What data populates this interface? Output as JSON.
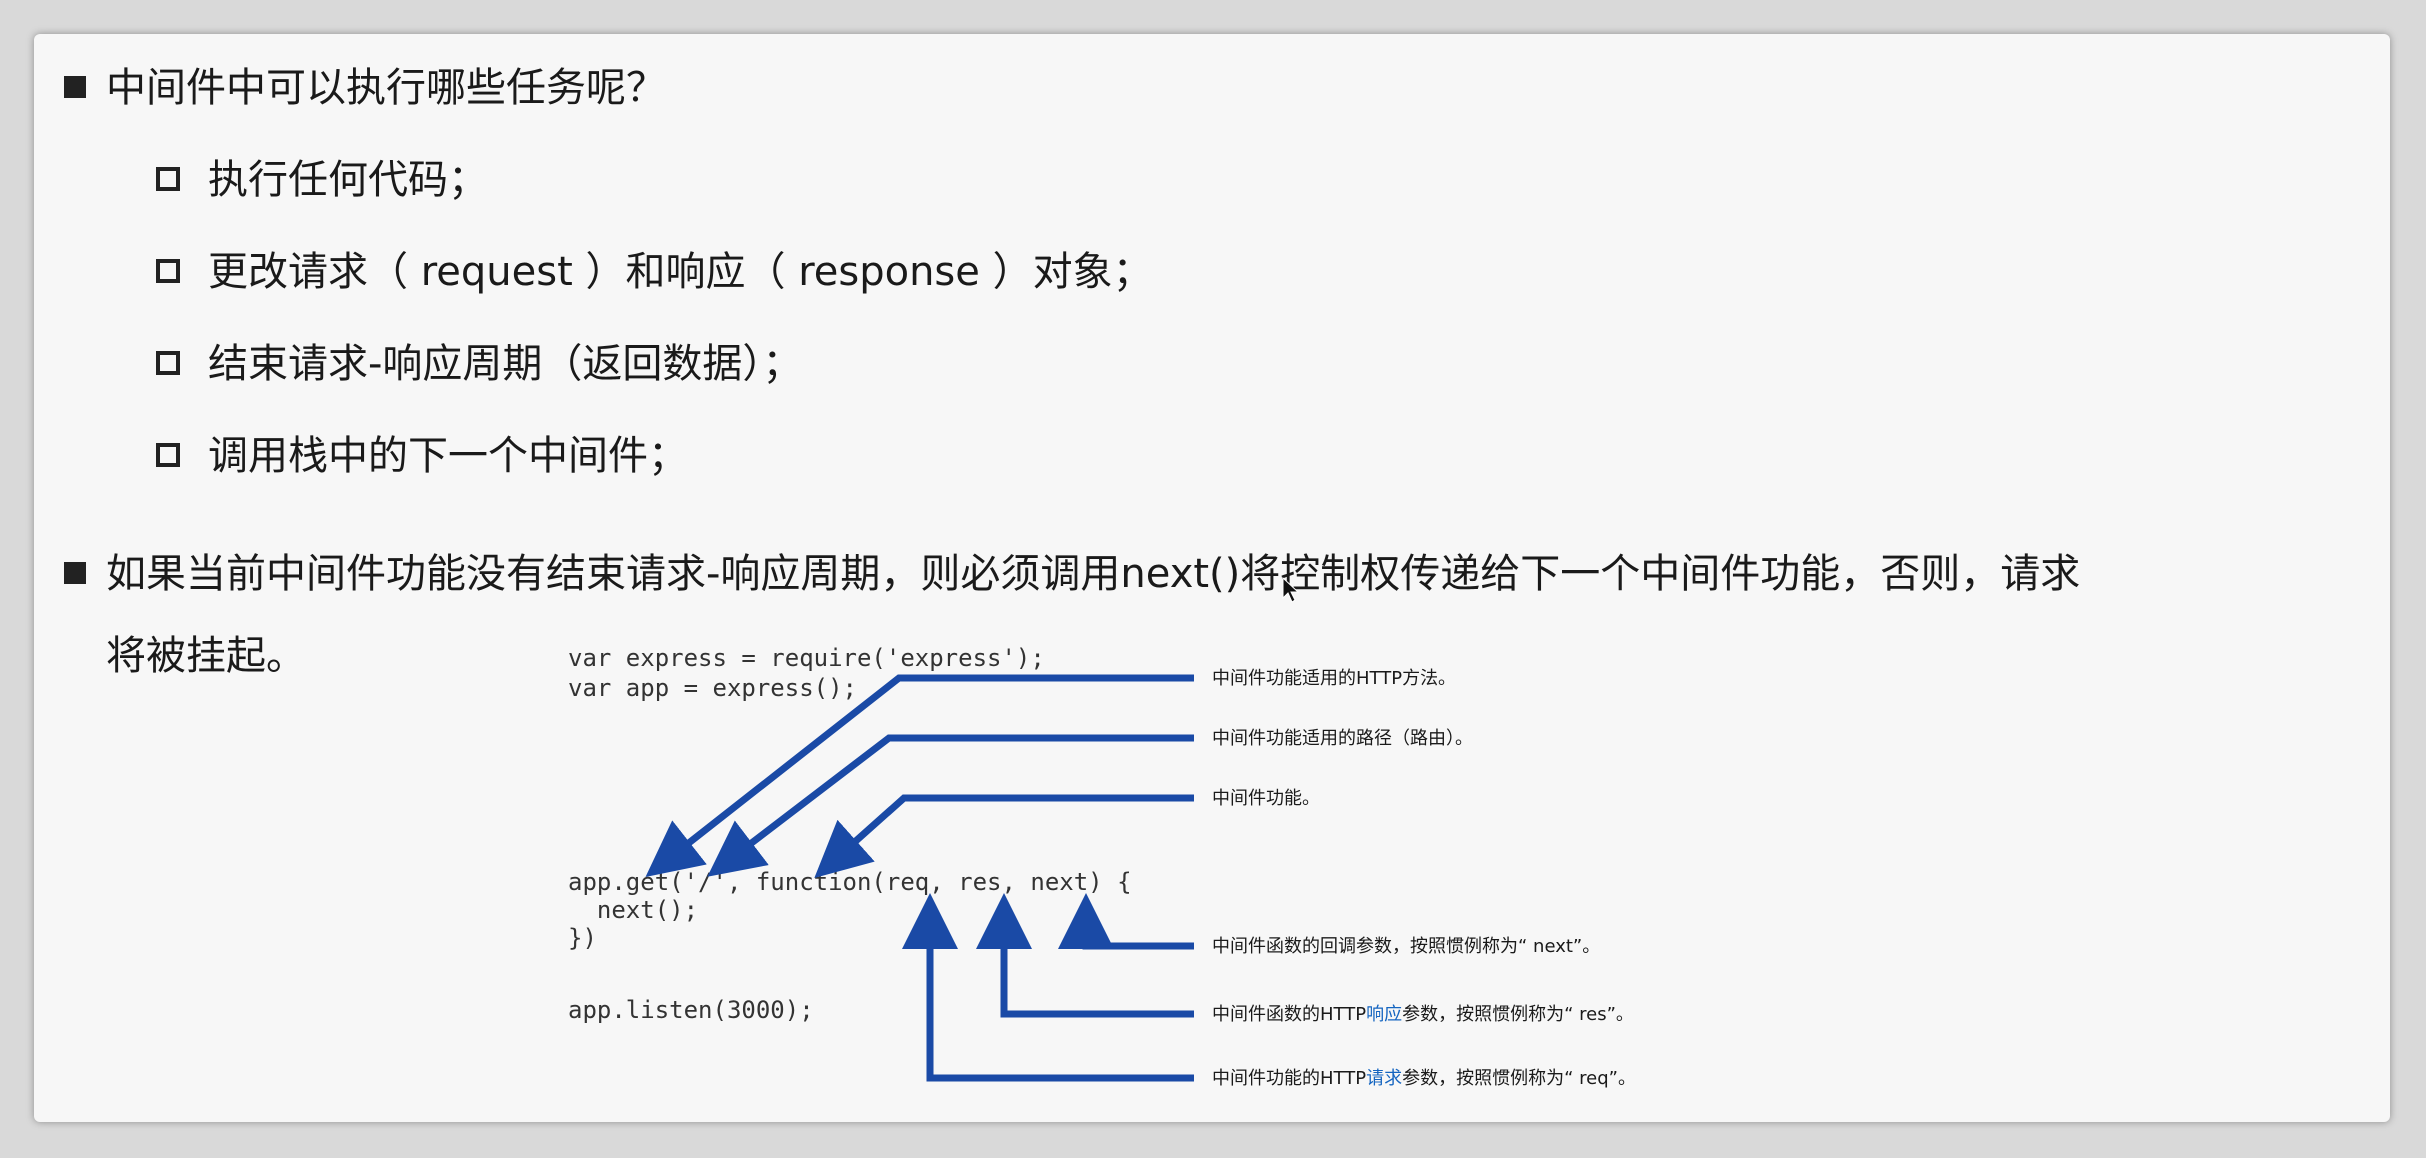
{
  "bullets": {
    "q1": "中间件中可以执行哪些任务呢？",
    "items": [
      "执行任何代码；",
      "更改请求（ request ）和响应（ response ）对象；",
      "结束请求-响应周期（返回数据）；",
      "调用栈中的下一个中间件；"
    ],
    "q2_line1": "如果当前中间件功能没有结束请求-响应周期，则必须调用next()将控制权传递给下一个中间件功能，否则，请求",
    "q2_line2": "将被挂起。"
  },
  "figure": {
    "code": [
      "var express = require('express');",
      "var app = express();",
      "app.get('/', function(req, res, next) {",
      "  next();",
      "})",
      "app.listen(3000);"
    ],
    "annotations": {
      "method": "中间件功能适用的HTTP方法。",
      "path": "中间件功能适用的路径（路由）。",
      "func": "中间件功能。",
      "next": "中间件函数的回调参数，按照惯例称为“ next”。",
      "res_pre": "中间件函数的HTTP",
      "res_hl": "响应",
      "res_post": "参数，按照惯例称为“ res”。",
      "req_pre": "中间件功能的HTTP",
      "req_hl": "请求",
      "req_post": "参数，按照惯例称为“ req”。"
    }
  },
  "colors": {
    "arrow": "#1a4aa6",
    "highlight": "#1565c0"
  }
}
